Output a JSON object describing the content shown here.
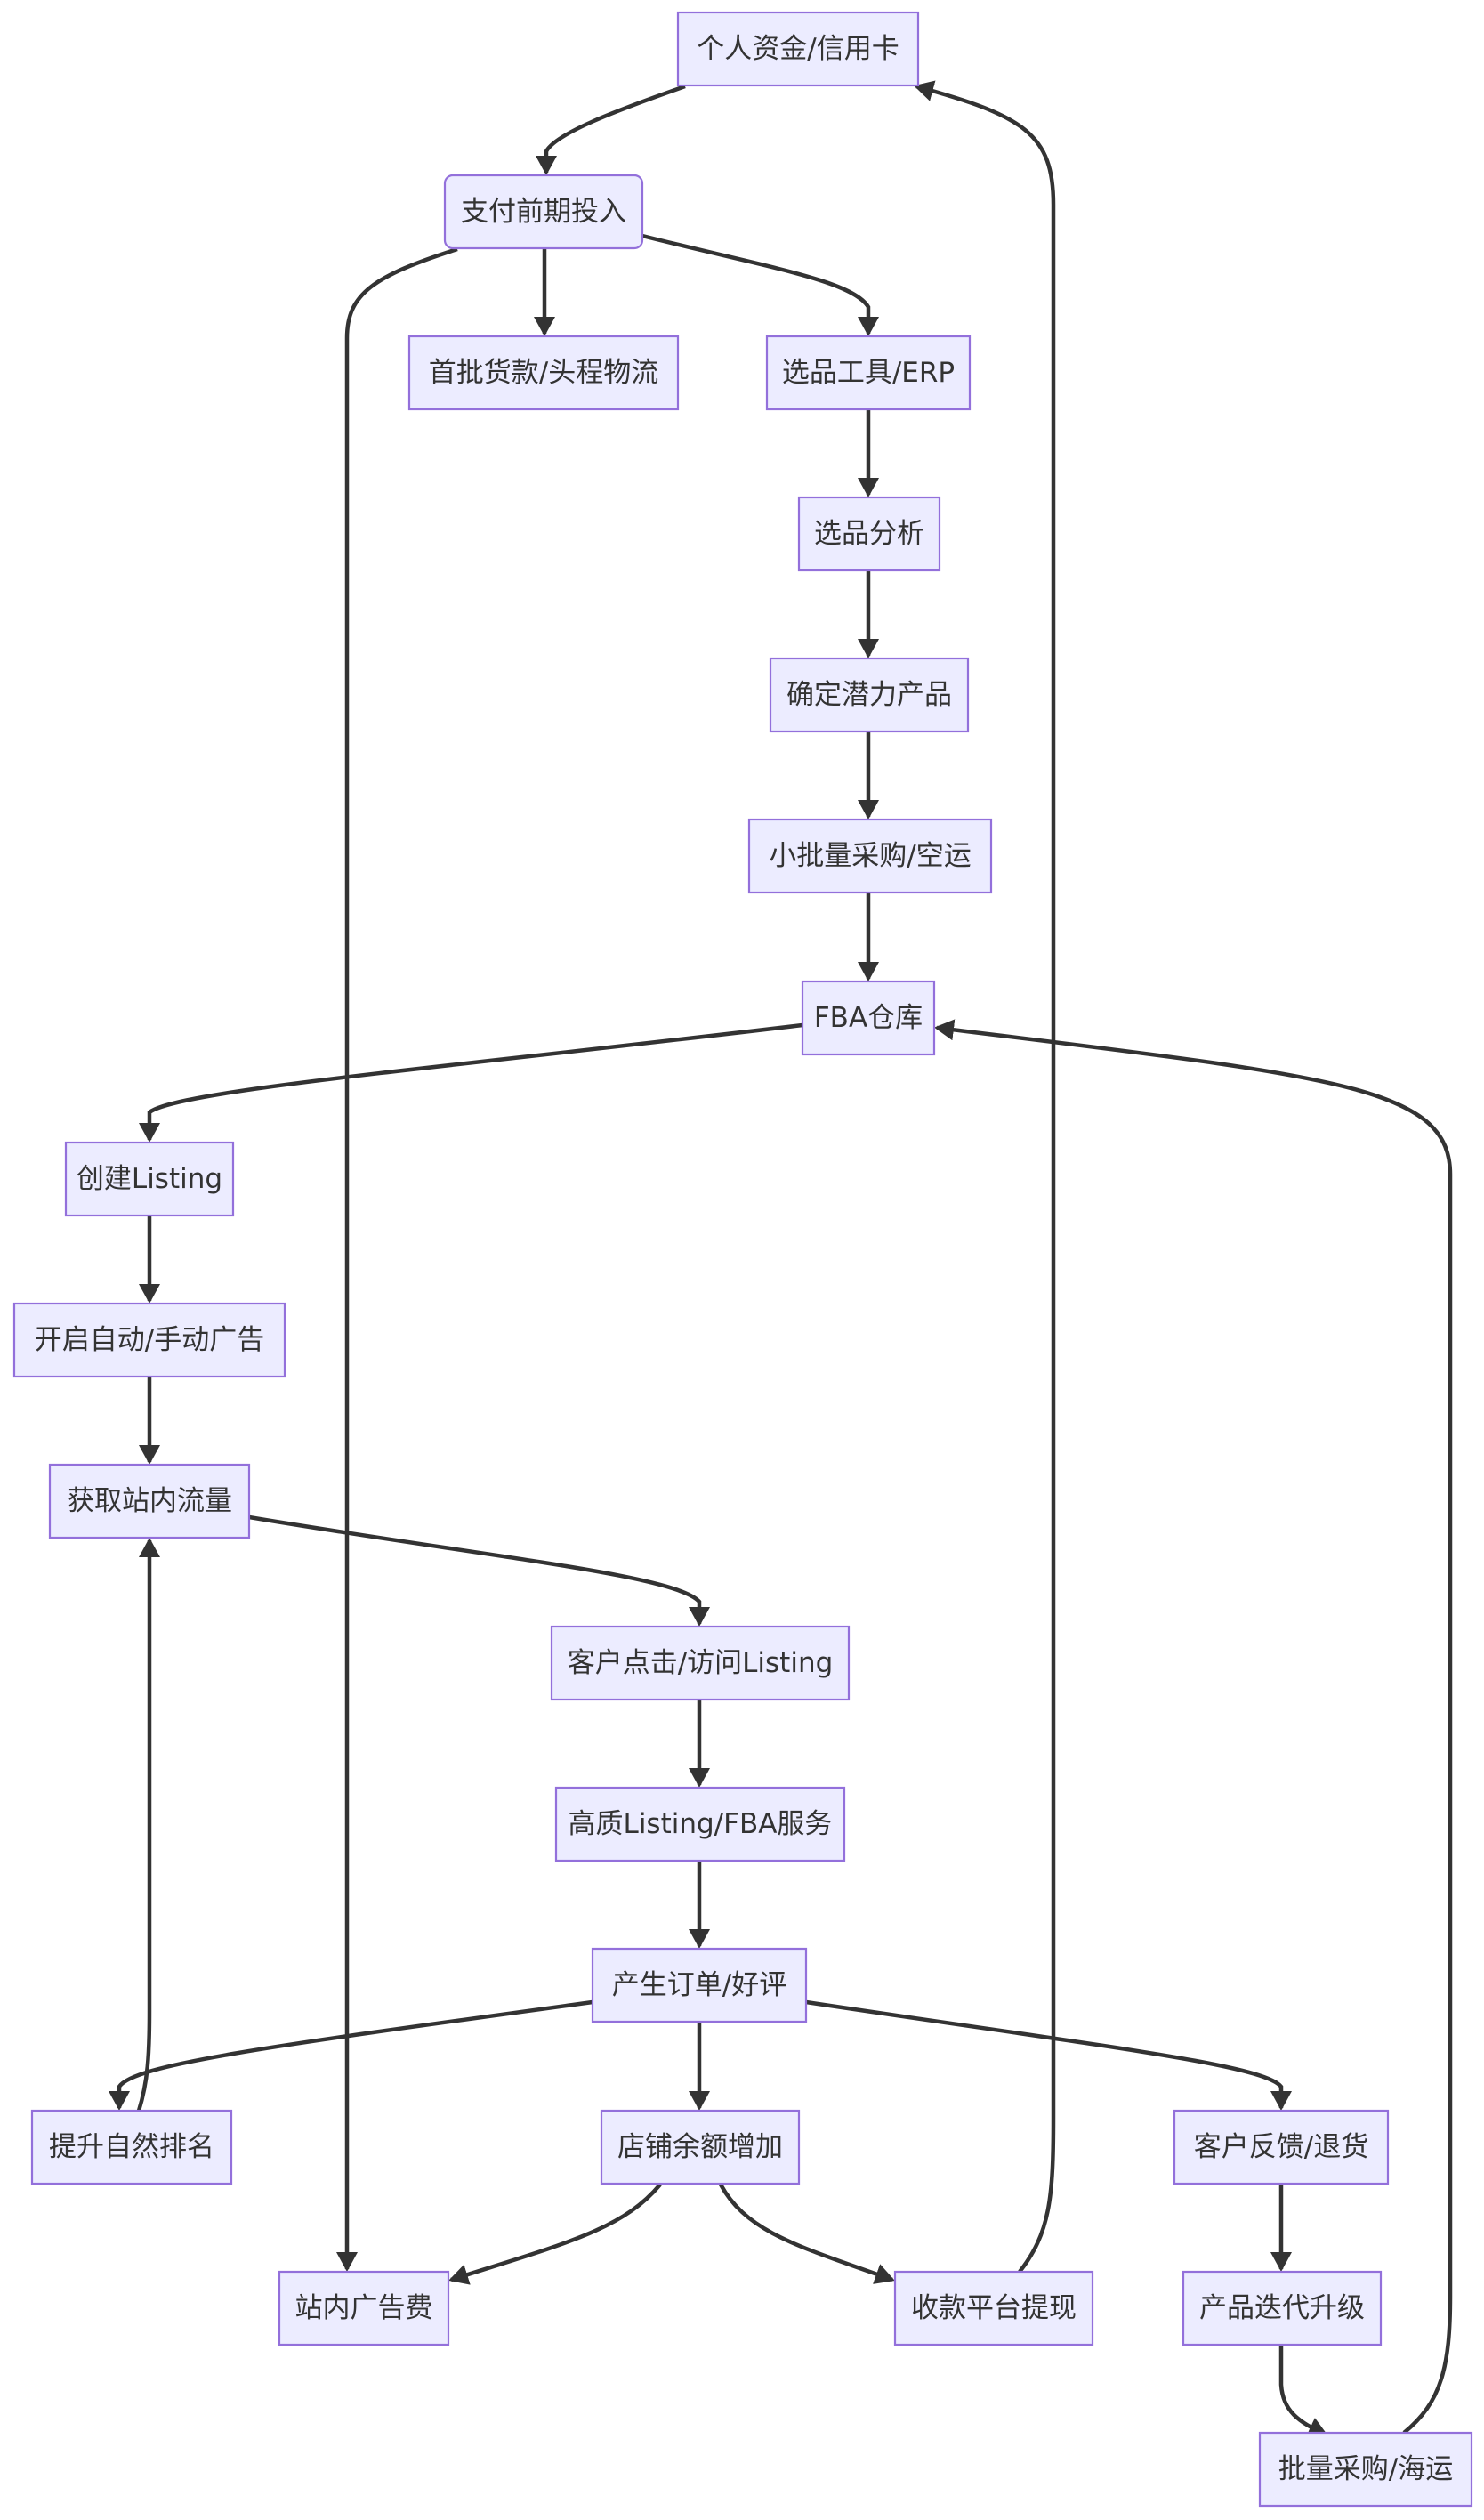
{
  "diagram": {
    "type": "flowchart",
    "colors": {
      "node_fill": "#ECECFF",
      "node_border": "#9370DB",
      "edge": "#333333",
      "text": "#333333"
    },
    "nodes": [
      {
        "id": "funds",
        "label": "个人资金/信用卡",
        "shape": "rect"
      },
      {
        "id": "invest",
        "label": "支付前期投入",
        "shape": "rounded"
      },
      {
        "id": "first_goods",
        "label": "首批货款/头程物流",
        "shape": "rect"
      },
      {
        "id": "tools",
        "label": "选品工具/ERP",
        "shape": "rect"
      },
      {
        "id": "analysis",
        "label": "选品分析",
        "shape": "rect"
      },
      {
        "id": "product",
        "label": "确定潜力产品",
        "shape": "rect"
      },
      {
        "id": "small_batch",
        "label": "小批量采购/空运",
        "shape": "rect"
      },
      {
        "id": "fba",
        "label": "FBA仓库",
        "shape": "rect"
      },
      {
        "id": "listing",
        "label": "创建Listing",
        "shape": "rect"
      },
      {
        "id": "ads",
        "label": "开启自动/手动广告",
        "shape": "rect"
      },
      {
        "id": "traffic",
        "label": "获取站内流量",
        "shape": "rect"
      },
      {
        "id": "click",
        "label": "客户点击/访问Listing",
        "shape": "rect"
      },
      {
        "id": "quality",
        "label": "高质Listing/FBA服务",
        "shape": "rect"
      },
      {
        "id": "orders",
        "label": "产生订单/好评",
        "shape": "rect"
      },
      {
        "id": "rank",
        "label": "提升自然排名",
        "shape": "rect"
      },
      {
        "id": "balance",
        "label": "店铺余额增加",
        "shape": "rect"
      },
      {
        "id": "feedback",
        "label": "客户反馈/退货",
        "shape": "rect"
      },
      {
        "id": "ad_fee",
        "label": "站内广告费",
        "shape": "rect"
      },
      {
        "id": "withdraw",
        "label": "收款平台提现",
        "shape": "rect"
      },
      {
        "id": "upgrade",
        "label": "产品迭代升级",
        "shape": "rect"
      },
      {
        "id": "bulk",
        "label": "批量采购/海运",
        "shape": "rect"
      }
    ],
    "edges": [
      {
        "from": "funds",
        "to": "invest"
      },
      {
        "from": "invest",
        "to": "first_goods"
      },
      {
        "from": "invest",
        "to": "tools"
      },
      {
        "from": "invest",
        "to": "ad_fee"
      },
      {
        "from": "tools",
        "to": "analysis"
      },
      {
        "from": "analysis",
        "to": "product"
      },
      {
        "from": "product",
        "to": "small_batch"
      },
      {
        "from": "small_batch",
        "to": "fba"
      },
      {
        "from": "fba",
        "to": "listing"
      },
      {
        "from": "listing",
        "to": "ads"
      },
      {
        "from": "ads",
        "to": "traffic"
      },
      {
        "from": "traffic",
        "to": "click"
      },
      {
        "from": "click",
        "to": "quality"
      },
      {
        "from": "quality",
        "to": "orders"
      },
      {
        "from": "orders",
        "to": "rank"
      },
      {
        "from": "orders",
        "to": "balance"
      },
      {
        "from": "orders",
        "to": "feedback"
      },
      {
        "from": "rank",
        "to": "traffic"
      },
      {
        "from": "balance",
        "to": "ad_fee"
      },
      {
        "from": "balance",
        "to": "withdraw"
      },
      {
        "from": "withdraw",
        "to": "funds"
      },
      {
        "from": "feedback",
        "to": "upgrade"
      },
      {
        "from": "upgrade",
        "to": "bulk"
      },
      {
        "from": "bulk",
        "to": "fba"
      }
    ]
  }
}
